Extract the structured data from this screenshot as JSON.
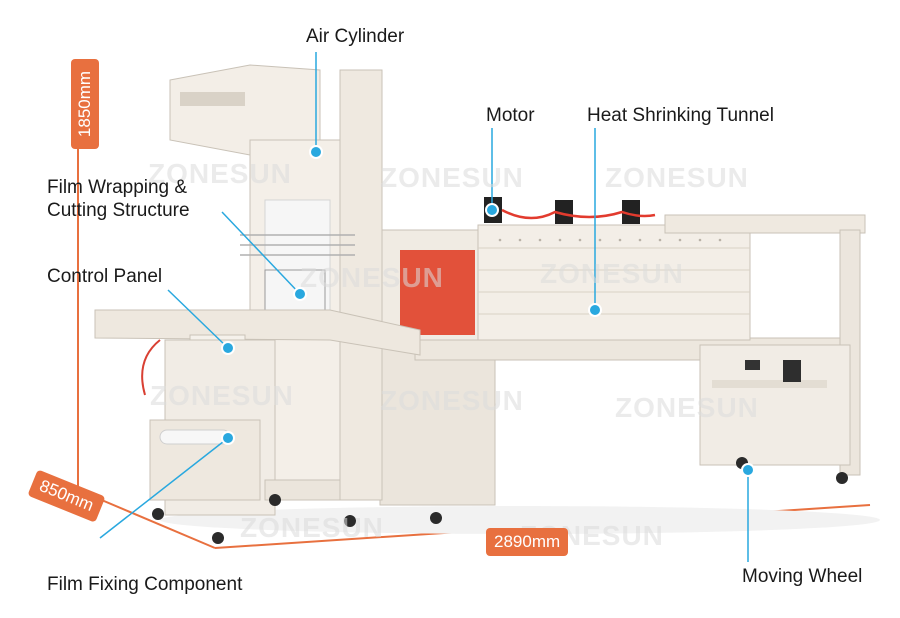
{
  "brand": {
    "watermark": "ZONESUN"
  },
  "colors": {
    "accent": "#29a8df",
    "dimension": "#e8703f",
    "machine_body": "#efe9e0",
    "tunnel_curtain": "#e2513a"
  },
  "labels": {
    "air_cylinder": "Air Cylinder",
    "motor": "Motor",
    "heat_tunnel": "Heat Shrinking Tunnel",
    "film_wrapping_line1": "Film Wrapping &",
    "film_wrapping_line2": "Cutting Structure",
    "control_panel": "Control Panel",
    "film_fixing": "Film Fixing Component",
    "moving_wheel": "Moving Wheel"
  },
  "dimensions": {
    "height": "1850mm",
    "depth": "850mm",
    "length": "2890mm"
  }
}
